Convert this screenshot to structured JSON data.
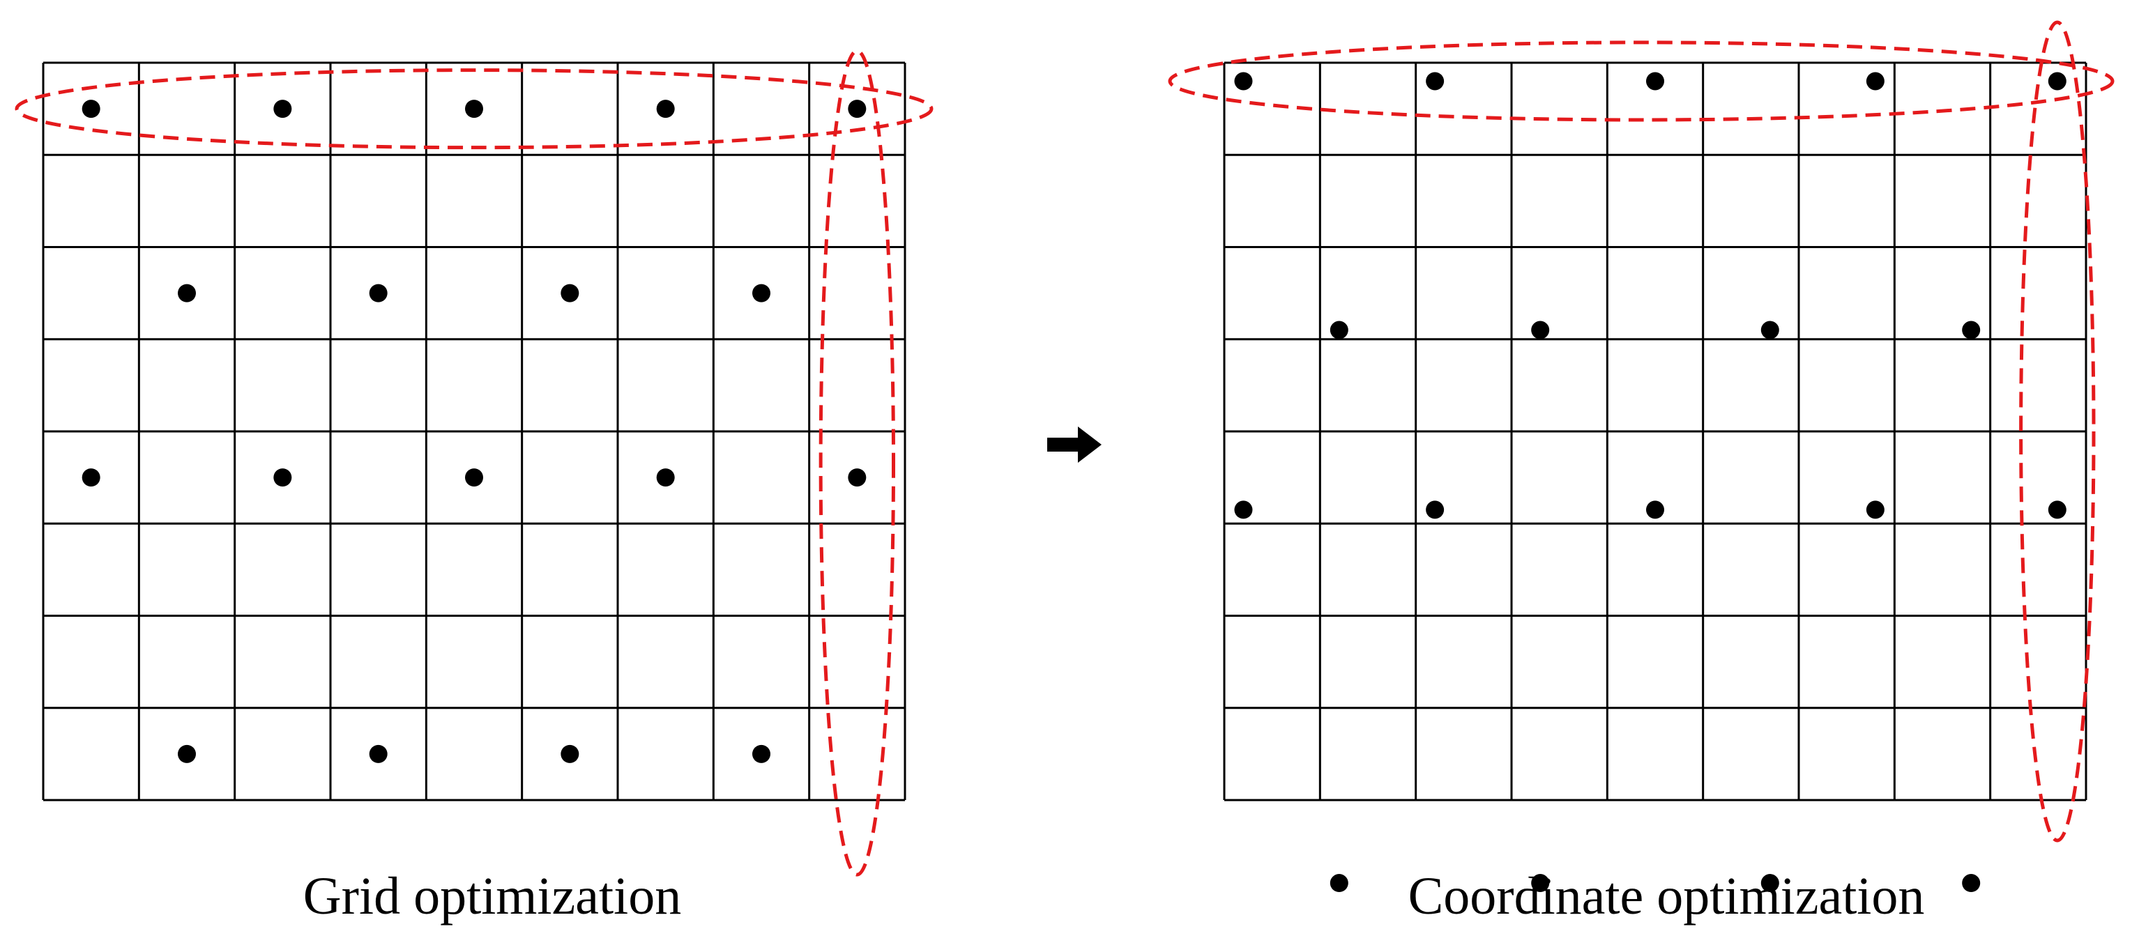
{
  "captions": {
    "left": "Grid optimization",
    "right": "Coordinate optimization"
  },
  "colors": {
    "grid_line": "#000000",
    "point": "#000000",
    "highlight": "#e41a1c",
    "arrow": "#000000"
  },
  "icons": {
    "transition": "right-arrow-icon"
  },
  "panels": [
    {
      "id": "grid-optimization",
      "columns": 9,
      "rows": 8,
      "points": [
        [
          0.5,
          0.5
        ],
        [
          2.5,
          0.5
        ],
        [
          4.5,
          0.5
        ],
        [
          6.5,
          0.5
        ],
        [
          8.5,
          0.5
        ],
        [
          1.5,
          2.5
        ],
        [
          3.5,
          2.5
        ],
        [
          5.5,
          2.5
        ],
        [
          7.5,
          2.5
        ],
        [
          0.5,
          4.5
        ],
        [
          2.5,
          4.5
        ],
        [
          4.5,
          4.5
        ],
        [
          6.5,
          4.5
        ],
        [
          8.5,
          4.5
        ],
        [
          1.5,
          7.5
        ],
        [
          3.5,
          7.5
        ],
        [
          5.5,
          7.5
        ],
        [
          7.5,
          7.5
        ]
      ],
      "highlights": [
        "top-row",
        "right-column"
      ]
    },
    {
      "id": "coordinate-optimization",
      "columns": 9,
      "rows": 8,
      "points": [
        [
          0.2,
          0.2
        ],
        [
          2.2,
          0.2
        ],
        [
          4.5,
          0.2
        ],
        [
          6.8,
          0.2
        ],
        [
          8.7,
          0.2
        ],
        [
          1.2,
          2.9
        ],
        [
          3.3,
          2.9
        ],
        [
          5.7,
          2.9
        ],
        [
          7.8,
          2.9
        ],
        [
          0.2,
          4.85
        ],
        [
          2.2,
          4.85
        ],
        [
          4.5,
          4.85
        ],
        [
          6.8,
          4.85
        ],
        [
          8.7,
          4.85
        ],
        [
          1.2,
          8.9
        ],
        [
          3.3,
          8.9
        ],
        [
          5.7,
          8.9
        ],
        [
          7.8,
          8.9
        ]
      ],
      "highlights": [
        "top-row",
        "right-column"
      ]
    }
  ]
}
